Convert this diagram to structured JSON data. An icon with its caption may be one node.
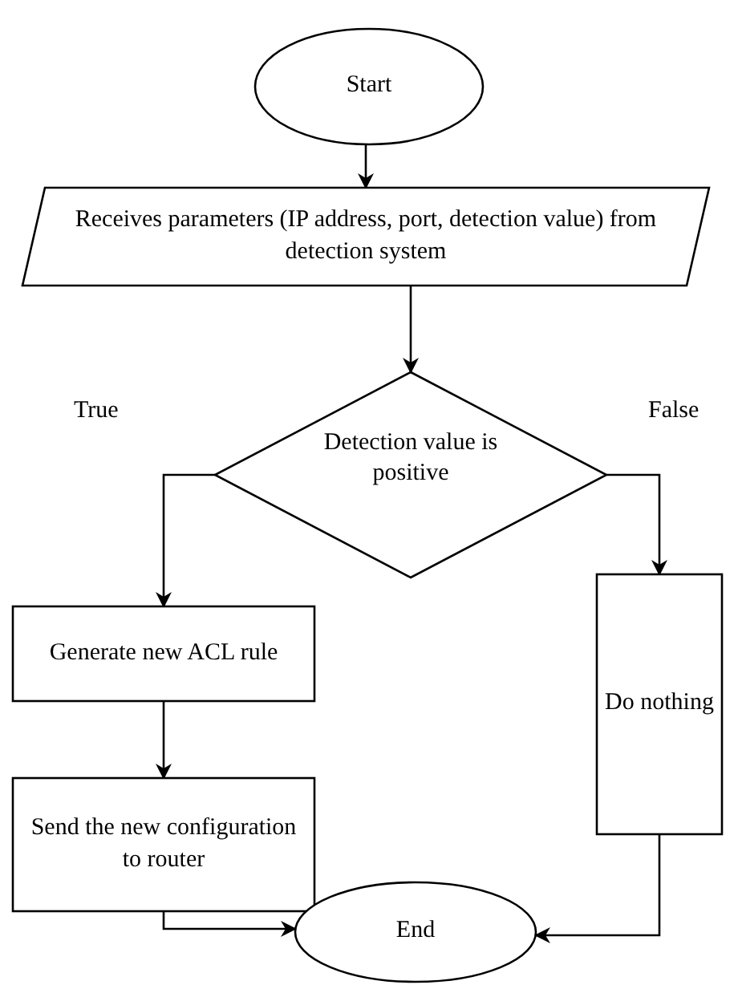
{
  "diagram": {
    "nodes": [
      {
        "text": [
          "Start"
        ]
      },
      {
        "text": [
          "Receives parameters (IP address, port, detection value) from detection system"
        ]
      },
      {
        "text": [
          "Detection value is positive"
        ]
      },
      {
        "text": [
          "Generate new ACL rule"
        ]
      },
      {
        "text": [
          "Send the new configuration to router"
        ]
      },
      {
        "text": [
          "Do nothing"
        ]
      },
      {
        "text": [
          "End"
        ]
      }
    ],
    "edges": [
      {
        "from": 0,
        "to": 1,
        "arrow": "to"
      },
      {
        "from": 1,
        "to": 2,
        "arrow": "to"
      },
      {
        "from": 2,
        "to": 3,
        "arrow": "to",
        "label": "True"
      },
      {
        "from": 2,
        "to": 5,
        "arrow": "to",
        "label": "False"
      },
      {
        "from": 3,
        "to": 4,
        "arrow": "to"
      },
      {
        "from": 4,
        "to": 6,
        "arrow": "to"
      },
      {
        "from": 5,
        "to": 6,
        "arrow": "to"
      }
    ]
  }
}
